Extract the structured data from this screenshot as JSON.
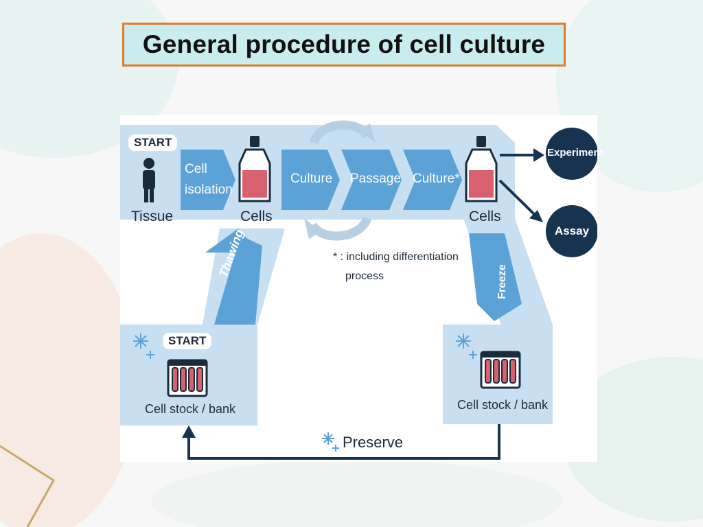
{
  "slide": {
    "title": "General procedure of cell culture"
  },
  "diagram": {
    "start_top": "START",
    "start_bottom": "START",
    "tissue": "Tissue",
    "cell_isolation_line1": "Cell",
    "cell_isolation_line2": "isolation",
    "cells_left": "Cells",
    "culture": "Culture",
    "passage": "Passage",
    "culture_star": "Culture*",
    "cells_right": "Cells",
    "experiment": "Experiment",
    "assay": "Assay",
    "thawing": "Thawing",
    "freeze": "Freeze",
    "note_line1": "* : including differentiation",
    "note_line2": "process",
    "stock_left": "Cell stock / bank",
    "stock_right": "Cell stock / bank",
    "preserve": "Preserve",
    "colors": {
      "band": "#c7dff1",
      "step_arrow": "#5ba2d6",
      "dark": "#16334f",
      "flask_fill": "#d9606f",
      "title_border": "#e07b2a",
      "title_bg": "#c9ecef"
    }
  }
}
